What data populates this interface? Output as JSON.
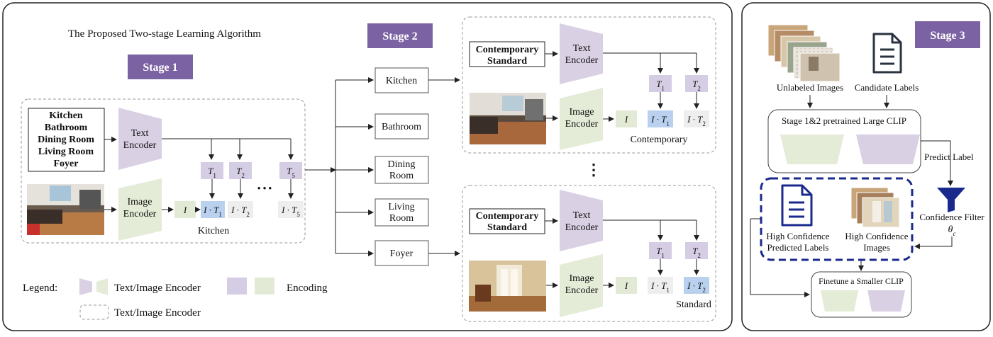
{
  "title": "The Proposed Two-stage Learning Algorithm",
  "colors": {
    "stage_fill": "#7b62a3",
    "text_encoder": "#d9d0e4",
    "image_encoder": "#e4ebd6",
    "text_token": "#d4cde4",
    "image_token": "#e2ead6",
    "highlight_token": "#b9d1ee",
    "plain_token": "#eeeeee",
    "dashed_border": "#9a9a9a",
    "navy": "#1a2a8c"
  },
  "stage1": {
    "label": "Stage 1",
    "classes": [
      "Kitchen",
      "Bathroom",
      "Dining Room",
      "Living Room",
      "Foyer"
    ],
    "text_encoder": "Text Encoder",
    "image_encoder": "Image Encoder",
    "t_tokens": [
      "T1",
      "T2",
      "T5"
    ],
    "ellipsis": "• • •",
    "image_token": "I",
    "products": [
      "I · T1",
      "I · T2",
      "I · T5"
    ],
    "caption": "Kitchen"
  },
  "stage2": {
    "label": "Stage 2",
    "rooms": [
      "Kitchen",
      "Bathroom",
      "Dining Room",
      "Living Room",
      "Foyer"
    ],
    "ellipsis_vertical": "⋮",
    "panels": [
      {
        "prompt": "Contemporary Standard",
        "text_encoder": "Text Encoder",
        "image_encoder": "Image Encoder",
        "t_tokens": [
          "T1",
          "T2"
        ],
        "image_token": "I",
        "products": [
          "I · T1",
          "I · T2"
        ],
        "highlight_index": 0,
        "caption": "Contemporary"
      },
      {
        "prompt": "Contemporary Standard",
        "text_encoder": "Text Encoder",
        "image_encoder": "Image Encoder",
        "t_tokens": [
          "T1",
          "T2"
        ],
        "image_token": "I",
        "products": [
          "I · T1",
          "I · T2"
        ],
        "highlight_index": 1,
        "caption": "Standard"
      }
    ]
  },
  "legend": {
    "title": "Legend:",
    "encoder": "Text/Image Encoder",
    "encoding": "Encoding",
    "dashed": "Text/Image Encoder"
  },
  "stage3": {
    "label": "Stage 3",
    "unlabeled_images": "Unlabeled Images",
    "candidate_labels": "Candidate Labels",
    "pretrained_clip": "Stage 1&2 pretrained Large CLIP",
    "predict_label": "Predict Label",
    "confidence_filter": "Confidence Filter",
    "theta": "θc",
    "high_conf_labels": "High Confidence Predicted Labels",
    "high_conf_images": "High Confidence Images",
    "finetune": "Finetune a Smaller CLIP"
  }
}
